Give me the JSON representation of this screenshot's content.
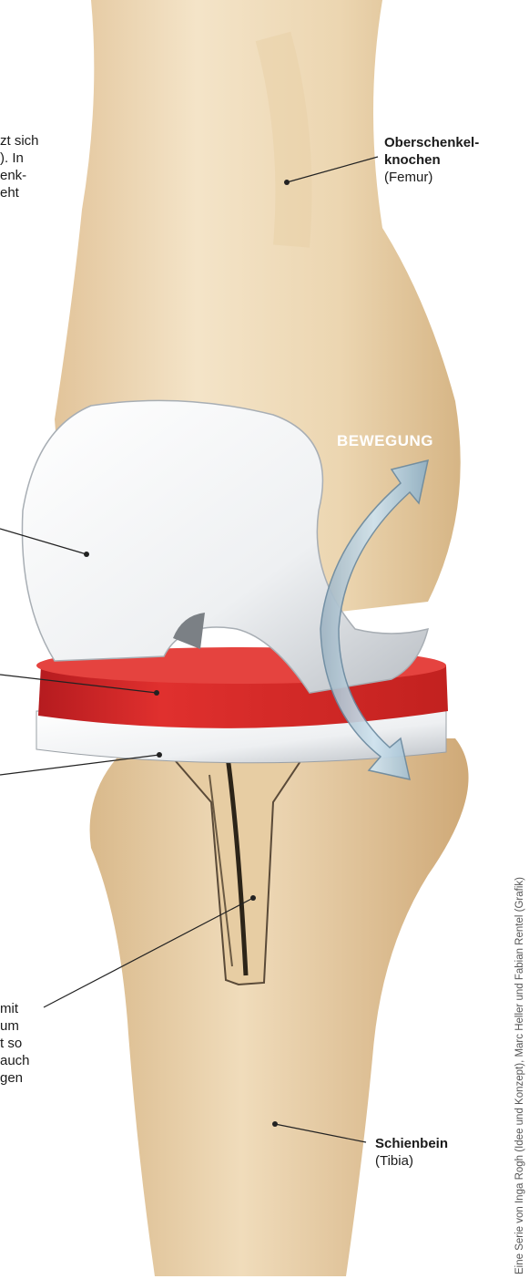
{
  "labels": {
    "femur": {
      "name_line1": "Oberschenkel-",
      "name_line2": "knochen",
      "latin": "(Femur)"
    },
    "tibia": {
      "name": "Schienbein",
      "latin": "(Tibia)"
    }
  },
  "left_text_top": [
    "zt sich",
    "). In",
    "enk-",
    "eht"
  ],
  "left_text_bottom": [
    "mit",
    "um",
    "t so",
    "auch",
    "gen"
  ],
  "movement_label": "BEWEGUNG",
  "credit": "Eine Serie von Inga Rogh (Idee und Konzept), Marc Heller und Fabian Rentel (Grafik)",
  "colors": {
    "bone": "#efdcbc",
    "bone_shadow": "#d8b98c",
    "inlay_red": "#d8282b",
    "metal": "#f2f4f6",
    "arrow": "#a9cbe0"
  }
}
